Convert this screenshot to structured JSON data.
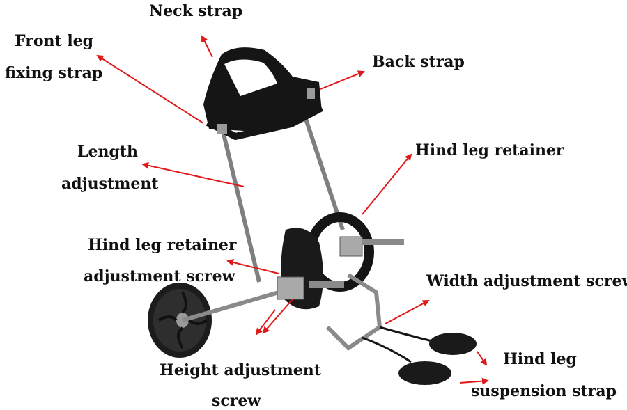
{
  "labels": {
    "neck_strap": "Neck strap",
    "front_leg_line1": "Front leg",
    "front_leg_line2": "fixing strap",
    "back_strap": "Back strap",
    "length_line1": "Length",
    "length_line2": "adjustment",
    "hind_leg_retainer": "Hind leg retainer",
    "retainer_screw_line1": "Hind leg retainer",
    "retainer_screw_line2": "adjustment screw",
    "width_screw": "Width adjustment screw",
    "height_line1": "Height adjustment",
    "height_line2": "screw",
    "suspension_line1": "Hind leg",
    "suspension_line2": "suspension strap"
  },
  "colors": {
    "arrow": "#e01a1a",
    "frame": "#8a8a8a",
    "strap": "#151515",
    "wheel": "#1c1c1c",
    "text": "#111111"
  }
}
